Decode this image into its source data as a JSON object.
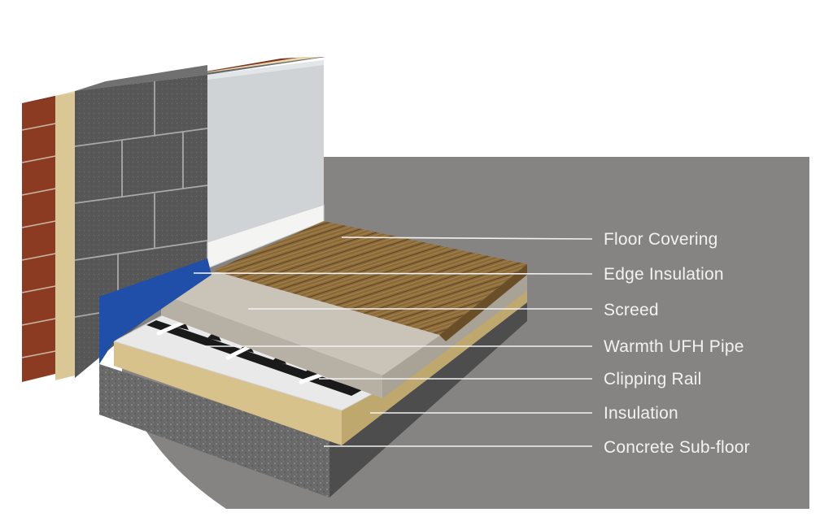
{
  "labels": [
    {
      "id": "floor-covering",
      "text": "Floor Covering"
    },
    {
      "id": "edge-insulation",
      "text": "Edge Insulation"
    },
    {
      "id": "screed",
      "text": "Screed"
    },
    {
      "id": "warmth-ufh-pipe",
      "text": "Warmth UFH Pipe"
    },
    {
      "id": "clipping-rail",
      "text": "Clipping Rail"
    },
    {
      "id": "insulation",
      "text": "Insulation"
    },
    {
      "id": "concrete-sub-floor",
      "text": "Concrete Sub-floor"
    }
  ],
  "colors": {
    "background_panel": "#858483",
    "label_text": "#f2f2f2",
    "leader_line": "#f2f2f2",
    "brick": "#8a3b22",
    "wall_insulation": "#d9c896",
    "block": "#5a5a5a",
    "plaster": "#cfd3d6",
    "skirting": "#f4f4f2",
    "edge_insulation": "#1f4fa8",
    "floor_wood": "#8a6a3a",
    "screed": "#c9c3b8",
    "floor_insulation": "#d6c28a",
    "foil": "#e8e8e8",
    "clip_rail": "#1a1a1a",
    "pipe": "#ffffff",
    "concrete": "#6d6d6d"
  }
}
